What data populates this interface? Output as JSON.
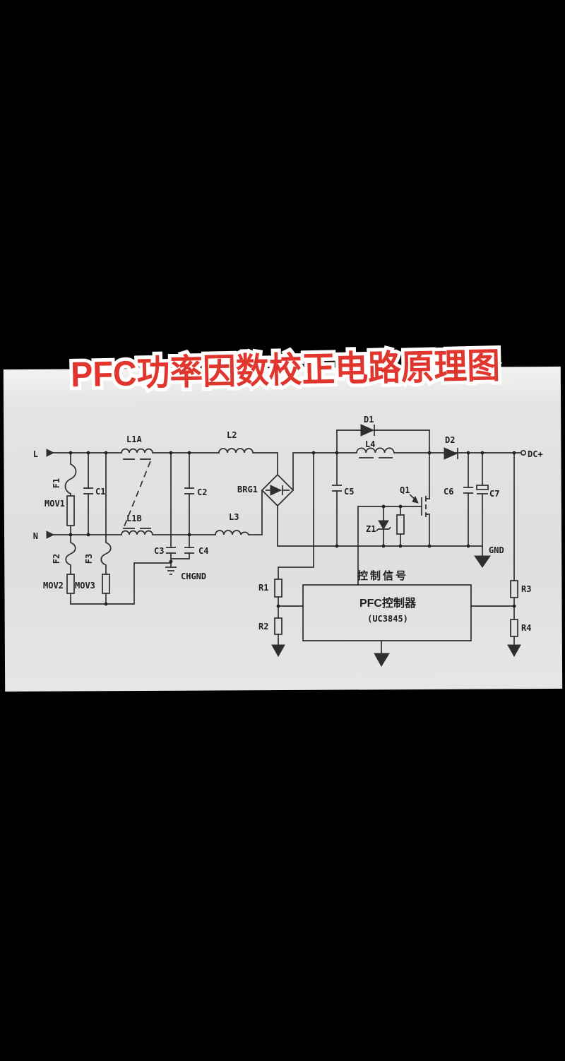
{
  "title": {
    "text": "PFC功率因数校正电路原理图",
    "fill_color": "#e0362e",
    "outline_color": "#ffffff"
  },
  "panel": {
    "background": "#e2e2e0",
    "line_color": "#2e2e2e"
  },
  "labels": {
    "l_terminal": "L",
    "n_terminal": "N",
    "f1": "F1",
    "mov1": "MOV1",
    "c1": "C1",
    "f2": "F2",
    "mov2": "MOV2",
    "f3": "F3",
    "mov3": "MOV3",
    "l1a": "L1A",
    "l1b": "L1B",
    "c2": "C2",
    "c3": "C3",
    "c4": "C4",
    "chgnd": "CHGND",
    "l2": "L2",
    "l3": "L3",
    "brg1": "BRG1",
    "c5": "C5",
    "d1": "D1",
    "l4": "L4",
    "d2": "D2",
    "dc_plus": "DC+",
    "c6": "C6",
    "c7": "C7",
    "gnd": "GND",
    "q1": "Q1",
    "z1": "Z1",
    "control_signal": "控制信号",
    "controller_name": "PFC控制器",
    "controller_part": "(UC3845)",
    "r1": "R1",
    "r2": "R2",
    "r3": "R3",
    "r4": "R4"
  },
  "circuit": {
    "type": "circuit-schematic",
    "subject": "PFC power factor correction boost converter schematic",
    "components": [
      {
        "id": "F1",
        "type": "fuse"
      },
      {
        "id": "F2",
        "type": "fuse"
      },
      {
        "id": "F3",
        "type": "fuse"
      },
      {
        "id": "MOV1",
        "type": "varistor"
      },
      {
        "id": "MOV2",
        "type": "varistor"
      },
      {
        "id": "MOV3",
        "type": "varistor"
      },
      {
        "id": "C1",
        "type": "capacitor"
      },
      {
        "id": "C2",
        "type": "capacitor"
      },
      {
        "id": "C3",
        "type": "capacitor"
      },
      {
        "id": "C4",
        "type": "capacitor"
      },
      {
        "id": "C5",
        "type": "capacitor"
      },
      {
        "id": "C6",
        "type": "capacitor"
      },
      {
        "id": "C7",
        "type": "capacitor-polarized"
      },
      {
        "id": "L1A",
        "type": "common-mode-choke-winding"
      },
      {
        "id": "L1B",
        "type": "common-mode-choke-winding"
      },
      {
        "id": "L2",
        "type": "inductor"
      },
      {
        "id": "L3",
        "type": "inductor"
      },
      {
        "id": "L4",
        "type": "boost-inductor"
      },
      {
        "id": "BRG1",
        "type": "bridge-rectifier"
      },
      {
        "id": "D1",
        "type": "diode"
      },
      {
        "id": "D2",
        "type": "diode"
      },
      {
        "id": "Q1",
        "type": "n-mosfet"
      },
      {
        "id": "Z1",
        "type": "zener-diode"
      },
      {
        "id": "R1",
        "type": "resistor"
      },
      {
        "id": "R2",
        "type": "resistor"
      },
      {
        "id": "R3",
        "type": "resistor"
      },
      {
        "id": "R4",
        "type": "resistor"
      },
      {
        "id": "UC3845",
        "type": "pfc-controller-ic"
      }
    ],
    "terminals": [
      "L",
      "N",
      "DC+",
      "GND",
      "CHGND"
    ]
  }
}
